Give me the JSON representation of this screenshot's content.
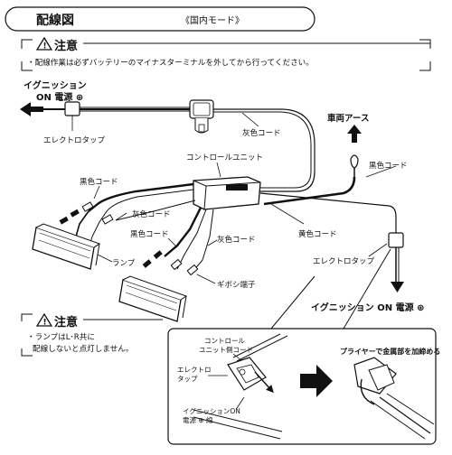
{
  "header": {
    "title": "配線図",
    "mode": "《国内モード》"
  },
  "caution_top": {
    "title": "注意",
    "text": "・配線作業は必ずバッテリーのマイナスターミナルを外してから行ってください。"
  },
  "labels": {
    "ign_top_line1": "イグニッション",
    "ign_top_line2": "ON 電源 ⊕",
    "electro_tap_1": "エレクトロタップ",
    "gray_cord_1": "灰色コード",
    "vehicle_ground": "車両アース",
    "control_unit": "コントロールユニット",
    "black_cord_1": "黒色コード",
    "black_cord_2": "黒色コード",
    "black_cord_3": "黒色コード",
    "gray_cord_2": "灰色コード",
    "gray_cord_3": "灰色コード",
    "yellow_cord": "黄色コード",
    "lamp": "ランプ",
    "electro_tap_2": "エレクトロタップ",
    "gibosi": "ギボシ端子",
    "ign_bottom": "イグニッション ON 電源 ⊕"
  },
  "caution_bottom": {
    "title": "注意",
    "line1": "・ランプはL･R共に",
    "line2": "配線しないと点灯しません。"
  },
  "inset": {
    "unit_cord_line1": "コントロール",
    "unit_cord_line2": "ユニット側コード",
    "tap_line1": "エレクトロ",
    "tap_line2": "タップ",
    "ign_line1": "イグニッションON",
    "ign_line2": "電源 ⊕ 線",
    "plier_text": "プライヤーで金属部を加締める"
  }
}
